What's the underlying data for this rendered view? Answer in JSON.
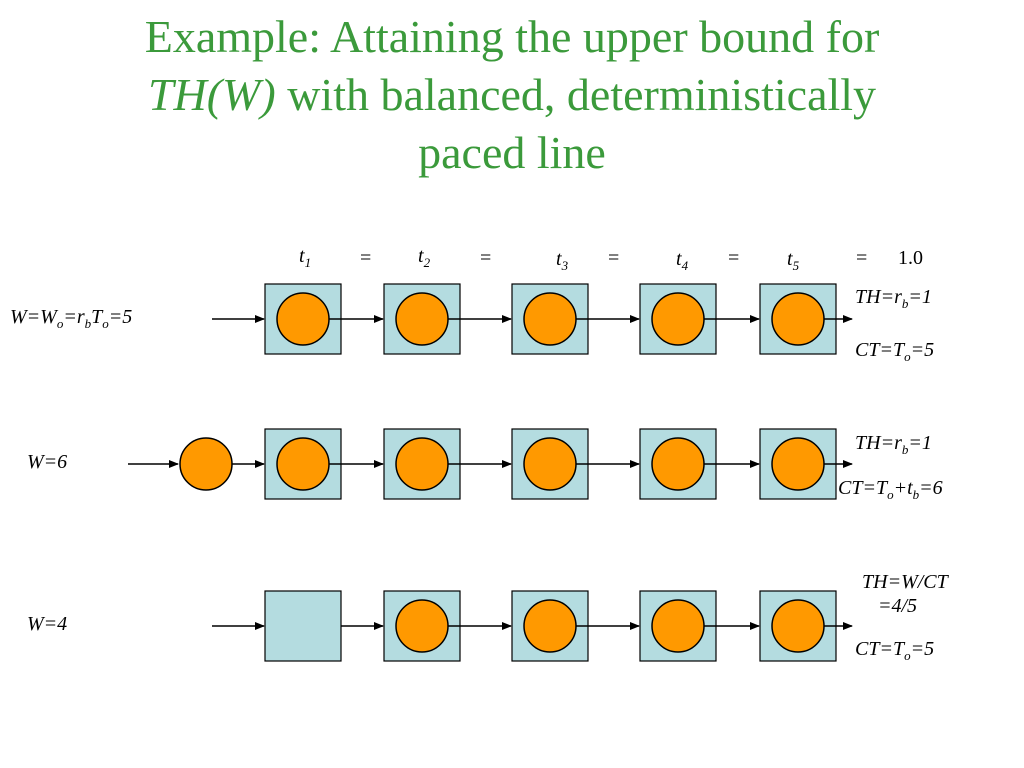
{
  "title": {
    "line1": "Example: Attaining the upper bound for",
    "line2_italic": "TH(W)",
    "line2_rest": " with balanced, deterministically",
    "line3": "paced line"
  },
  "header_times": {
    "t1": "t",
    "t1_sub": "1",
    "t2": "t",
    "t2_sub": "2",
    "t3": "t",
    "t3_sub": "3",
    "t4": "t",
    "t4_sub": "4",
    "t5": "t",
    "t5_sub": "5",
    "eq": "=",
    "value": "1.0"
  },
  "rows": [
    {
      "wip": {
        "a": "W=W",
        "a_sub": "o",
        "b": "=r",
        "b_sub": "b",
        "c": "T",
        "c_sub": "o",
        "d": "=5"
      },
      "occupied": [
        true,
        true,
        true,
        true,
        true
      ],
      "queue_job": false,
      "th": {
        "a": "TH=r",
        "a_sub": "b",
        "b": "=1"
      },
      "ct": {
        "a": "CT=T",
        "a_sub": "o",
        "b": "=5"
      }
    },
    {
      "wip": {
        "a": "W=6"
      },
      "occupied": [
        true,
        true,
        true,
        true,
        true
      ],
      "queue_job": true,
      "th": {
        "a": "TH=r",
        "a_sub": "b",
        "b": "=1"
      },
      "ct": {
        "a": "CT=T",
        "a_sub": "o",
        "b": "+t",
        "b_sub": "b",
        "c": "=6"
      }
    },
    {
      "wip": {
        "a": "W=4"
      },
      "occupied": [
        false,
        true,
        true,
        true,
        true
      ],
      "queue_job": false,
      "th": {
        "line1": "TH=W/CT",
        "line2": "=4/5"
      },
      "ct": {
        "a": "CT=T",
        "a_sub": "o",
        "b": "=5"
      }
    }
  ],
  "colors": {
    "title": "#3b9a3b",
    "station_fill": "#b4dce0",
    "job_fill": "#ff9900",
    "stroke": "#000000"
  }
}
